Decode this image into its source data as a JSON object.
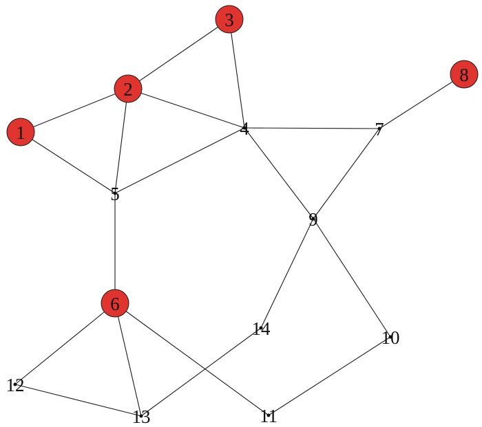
{
  "graph": {
    "highlight_color": "#e0342e",
    "nodes": [
      {
        "id": "1",
        "label": "1",
        "highlighted": true
      },
      {
        "id": "2",
        "label": "2",
        "highlighted": true
      },
      {
        "id": "3",
        "label": "3",
        "highlighted": true
      },
      {
        "id": "4",
        "label": "4",
        "highlighted": false
      },
      {
        "id": "5",
        "label": "5",
        "highlighted": false
      },
      {
        "id": "6",
        "label": "6",
        "highlighted": true
      },
      {
        "id": "7",
        "label": "7",
        "highlighted": false
      },
      {
        "id": "8",
        "label": "8",
        "highlighted": true
      },
      {
        "id": "9",
        "label": "9",
        "highlighted": false
      },
      {
        "id": "10",
        "label": "10",
        "highlighted": false
      },
      {
        "id": "11",
        "label": "11",
        "highlighted": false
      },
      {
        "id": "12",
        "label": "12",
        "highlighted": false
      },
      {
        "id": "13",
        "label": "13",
        "highlighted": false
      },
      {
        "id": "14",
        "label": "14",
        "highlighted": false
      }
    ],
    "edges": [
      [
        "1",
        "2"
      ],
      [
        "1",
        "5"
      ],
      [
        "2",
        "3"
      ],
      [
        "2",
        "4"
      ],
      [
        "2",
        "5"
      ],
      [
        "3",
        "4"
      ],
      [
        "4",
        "5"
      ],
      [
        "4",
        "7"
      ],
      [
        "4",
        "9"
      ],
      [
        "7",
        "8"
      ],
      [
        "7",
        "9"
      ],
      [
        "9",
        "14"
      ],
      [
        "9",
        "10"
      ],
      [
        "5",
        "6"
      ],
      [
        "6",
        "12"
      ],
      [
        "6",
        "13"
      ],
      [
        "6",
        "11"
      ],
      [
        "12",
        "13"
      ],
      [
        "13",
        "14"
      ],
      [
        "10",
        "11"
      ]
    ]
  }
}
